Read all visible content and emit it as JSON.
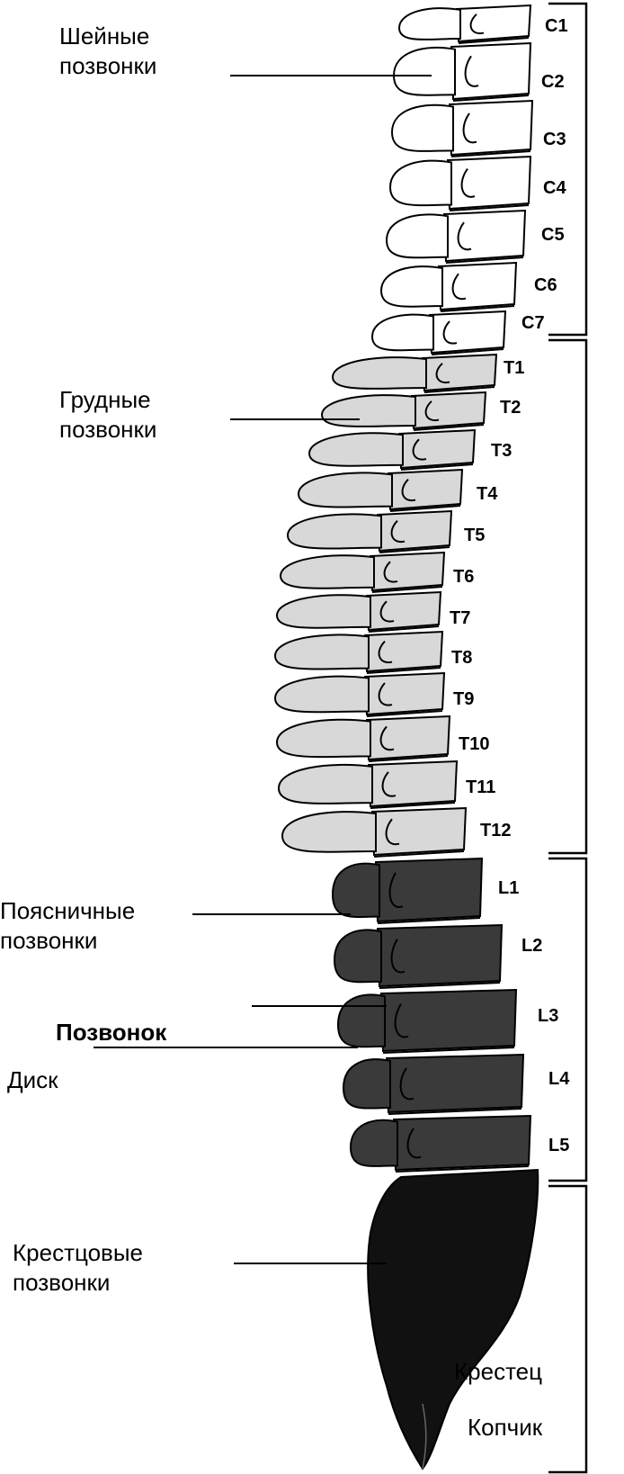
{
  "regions": [
    {
      "id": "cervical",
      "lines": [
        "Шейные",
        "позвонки"
      ]
    },
    {
      "id": "thoracic",
      "lines": [
        "Грудные",
        "позвонки"
      ]
    },
    {
      "id": "lumbar",
      "lines": [
        "Поясничные",
        "позвонки"
      ]
    },
    {
      "id": "sacral",
      "lines": [
        "Крестцовые",
        "позвонки"
      ]
    }
  ],
  "parts": {
    "vertebra": "Позвонок",
    "disc": "Диск",
    "sacrum": "Крестец",
    "coccyx": "Копчик"
  },
  "vertebrae": {
    "cervical": [
      "C1",
      "C2",
      "C3",
      "C4",
      "C5",
      "C6",
      "C7"
    ],
    "thoracic": [
      "T1",
      "T2",
      "T3",
      "T4",
      "T5",
      "T6",
      "T7",
      "T8",
      "T9",
      "T10",
      "T11",
      "T12"
    ],
    "lumbar": [
      "L1",
      "L2",
      "L3",
      "L4",
      "L5"
    ]
  },
  "colors": {
    "cervical_fill": "#ffffff",
    "thoracic_fill": "#d8d8d8",
    "lumbar_fill": "#3a3a3a",
    "sacrum_fill": "#111111",
    "outline": "#000000"
  }
}
